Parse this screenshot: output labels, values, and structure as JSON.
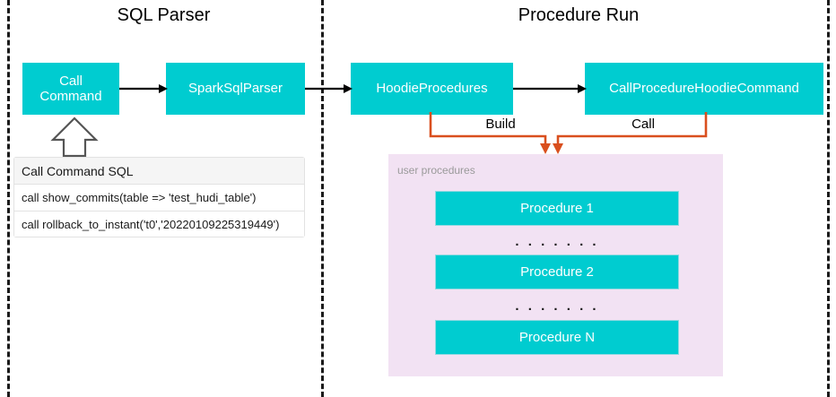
{
  "sections": [
    {
      "id": "sql-parser",
      "title": "SQL Parser"
    },
    {
      "id": "procedure-run",
      "title": "Procedure Run"
    }
  ],
  "boxes": {
    "call_command": "Call\nCommand",
    "call_command_line1": "Call",
    "call_command_line2": "Command",
    "spark_sql_parser": "SparkSqlParser",
    "hoodie_procedures": "HoodieProcedures",
    "call_procedure_hoodie_command": "CallProcedureHoodieCommand"
  },
  "edge_labels": {
    "build": "Build",
    "call": "Call"
  },
  "sql_table": {
    "header": "Call Command SQL",
    "rows": [
      "call show_commits(table => 'test_hudi_table')",
      "call rollback_to_instant('t0','20220109225319449')"
    ]
  },
  "user_procedures": {
    "label": "user procedures",
    "items": [
      "Procedure 1",
      "Procedure 2",
      "Procedure N"
    ],
    "separators": [
      ". . . . . . .",
      ". . . . . . ."
    ]
  },
  "colors": {
    "teal_box": "#00ccd0",
    "panel_purple": "#f2e2f3",
    "orange_connector": "#d94f1e",
    "arrow_black": "#000000",
    "divider_dash": "#1a1a1a",
    "table_header_bg": "#f5f5f5",
    "table_border": "#e2e2e2",
    "label_gray": "#9a9a9a"
  },
  "icons": {
    "hollow_up_arrow": "hollow-up-arrow-icon",
    "arrow_right": "arrow-right-icon",
    "arrow_down": "arrow-down-icon"
  }
}
